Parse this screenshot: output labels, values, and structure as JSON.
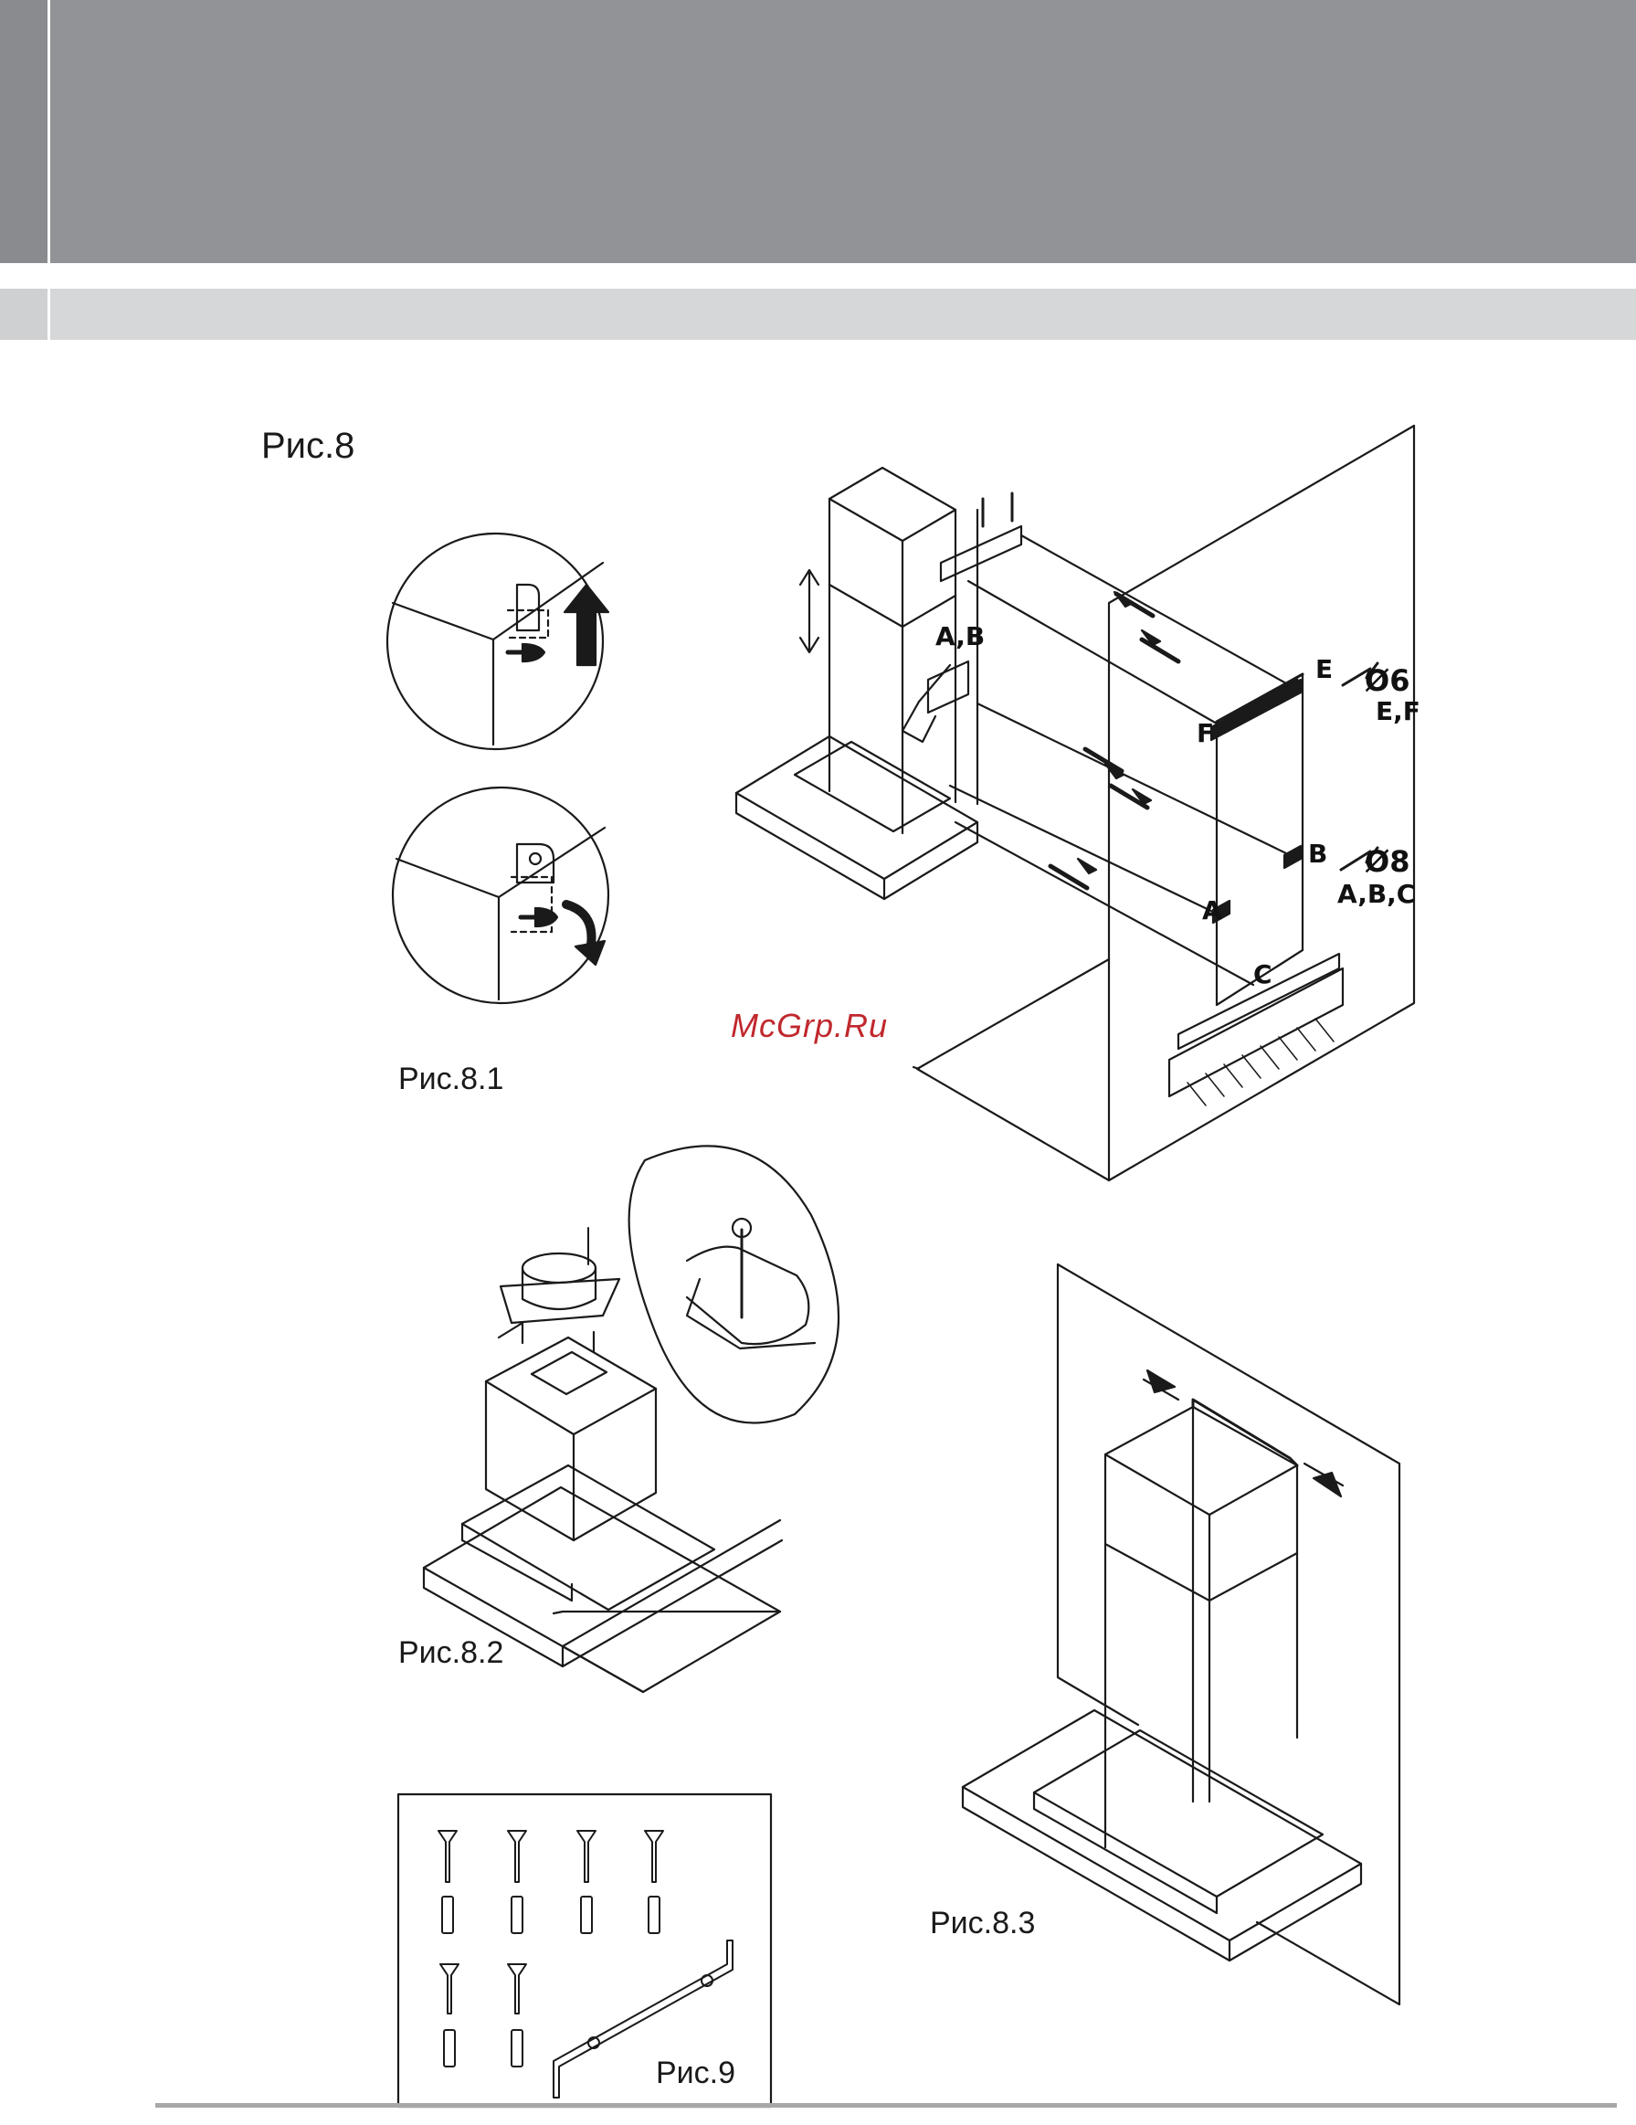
{
  "figures": {
    "main": "Рис.8",
    "fig_8_1": "Рис.8.1",
    "fig_8_2": "Рис.8.2",
    "fig_8_3": "Рис.8.3",
    "fig_9": "Рис.9"
  },
  "parts": {
    "ab": "A,B",
    "e": "E",
    "f": "F",
    "b": "B",
    "a": "A",
    "c": "C",
    "dim_6": "Ø6",
    "dim_6_parts": "E,F",
    "dim_8": "Ø8",
    "dim_8_parts": "A,B,C"
  },
  "watermark": "McGrp.Ru",
  "colors": {
    "header_dark": "#929396",
    "header_light": "#d6d7d9",
    "watermark": "#c0282d",
    "line_art": "#1a1a1a"
  }
}
